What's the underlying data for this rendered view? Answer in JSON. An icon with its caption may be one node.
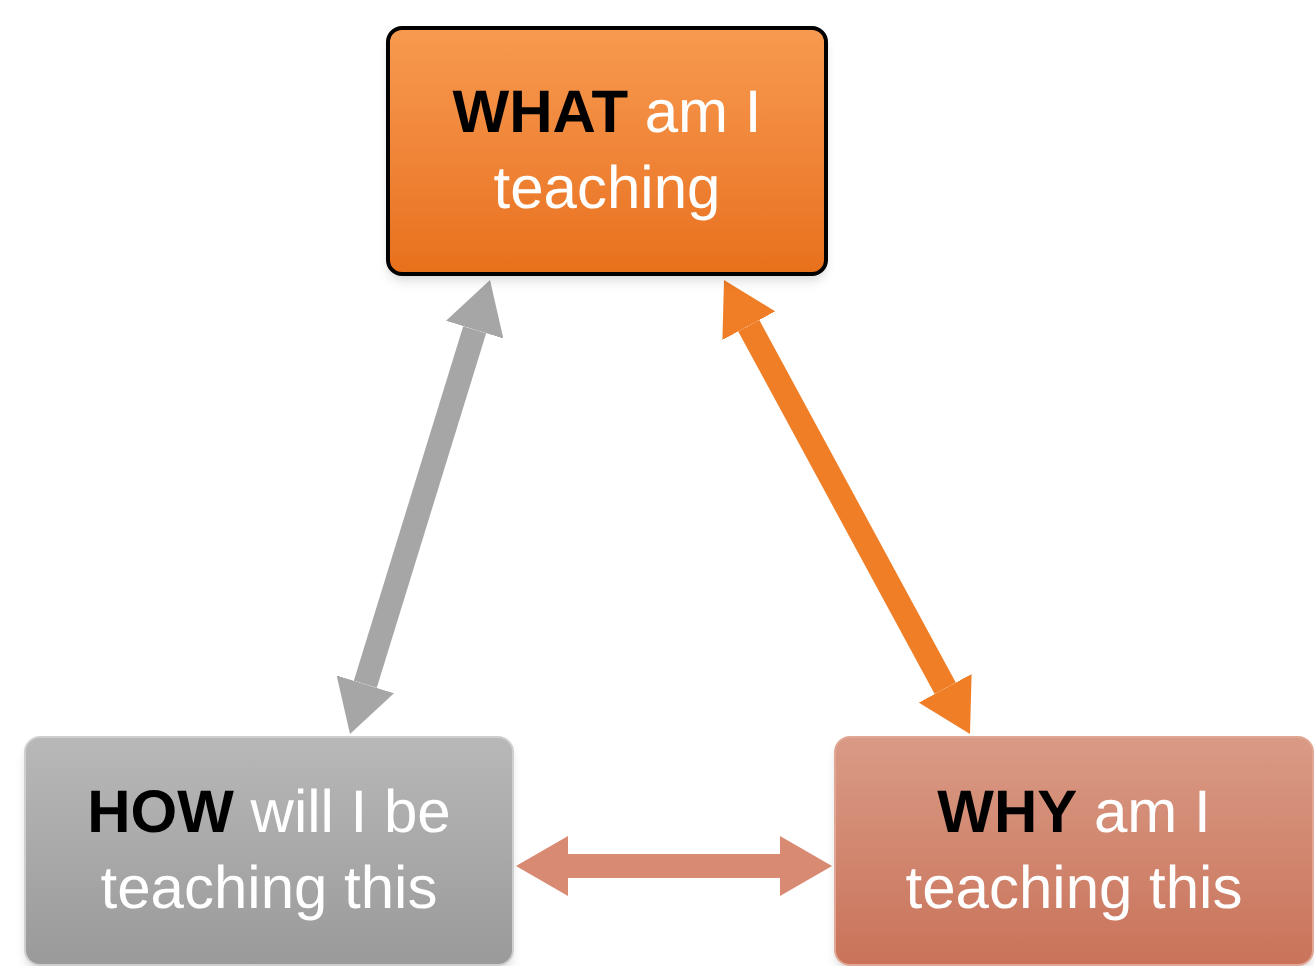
{
  "diagram": {
    "nodes": [
      {
        "text": [
          "**WHAT** am I teaching"
        ]
      },
      {
        "text": [
          "**HOW** will I be teaching this"
        ]
      },
      {
        "text": [
          "**WHY** am I teaching this"
        ]
      }
    ],
    "edges": [
      {
        "from": 0,
        "to": 1,
        "arrow": "both",
        "color": "#a6a6a6"
      },
      {
        "from": 0,
        "to": 2,
        "arrow": "both",
        "color": "#f07e26"
      },
      {
        "from": 1,
        "to": 2,
        "arrow": "both",
        "color": "#d98a72"
      }
    ]
  }
}
